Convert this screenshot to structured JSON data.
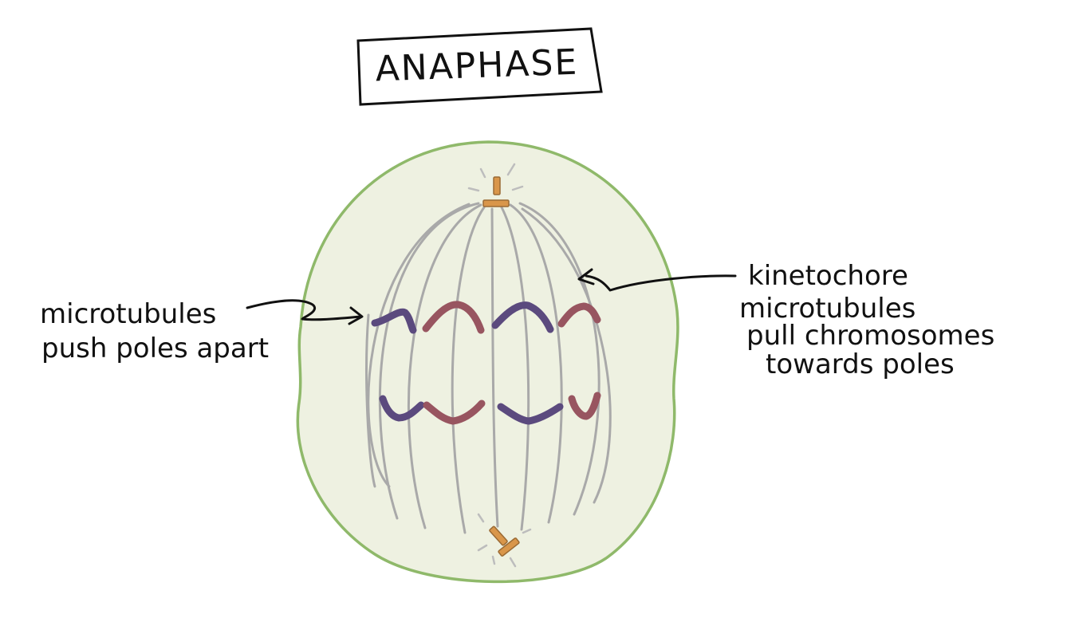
{
  "title": "ANAPHASE",
  "labels": {
    "left": {
      "line1": "microtubules",
      "line2": "push poles apart"
    },
    "right": {
      "line1": "kinetochore",
      "line2": "microtubules",
      "line3": "pull chromosomes",
      "line4": "towards poles"
    }
  },
  "colors": {
    "cell_fill": "#eef1e1",
    "cell_outline": "#8fb96a",
    "microtubule": "#a9a9a9",
    "centrosome": "#d9964a",
    "chromosome_purple": "#5b4a7e",
    "chromosome_maroon": "#985560"
  }
}
